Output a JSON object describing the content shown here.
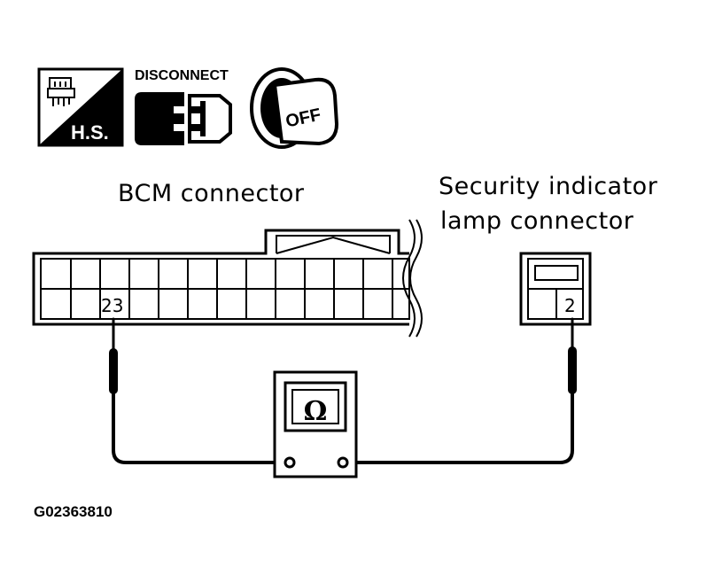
{
  "icons": {
    "harness_sensor": {
      "text": "H.S.",
      "icon": "harness-sensor-icon"
    },
    "disconnect": {
      "text": "DISCONNECT",
      "icon": "connector-disconnect-icon"
    },
    "ignition": {
      "text": "OFF",
      "icon": "ignition-key-off-icon"
    }
  },
  "bcm_connector": {
    "label": "BCM connector",
    "pin": "23"
  },
  "lamp_connector": {
    "label_line1": "Security indicator",
    "label_line2": "lamp connector",
    "pin": "2"
  },
  "meter": {
    "symbol": "Ω",
    "icon": "ohmmeter-icon"
  },
  "figure_code": "G02363810"
}
